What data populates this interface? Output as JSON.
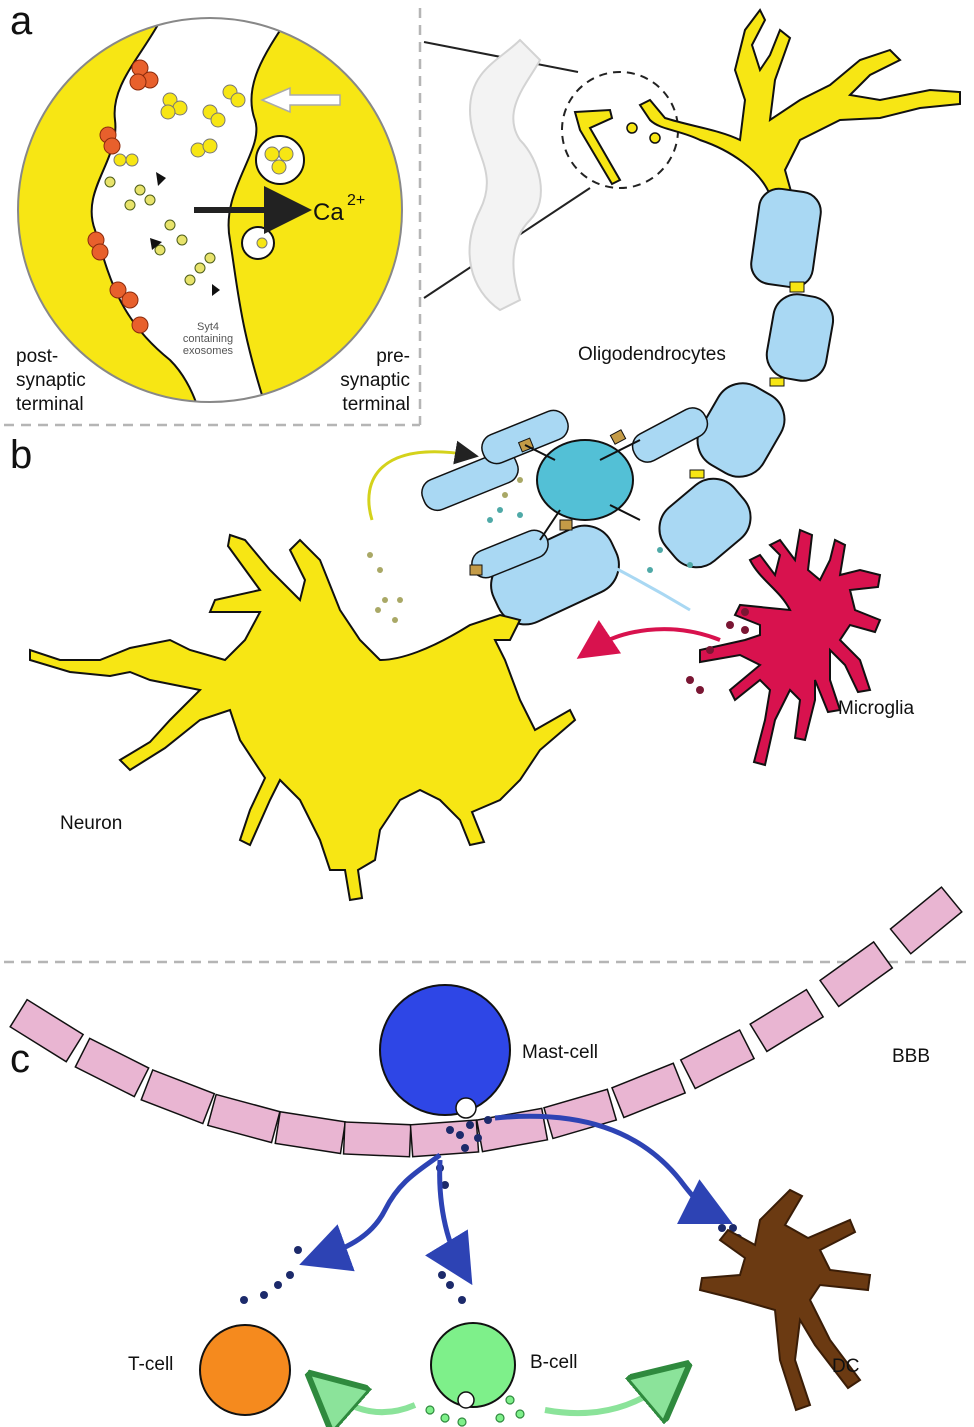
{
  "panels": {
    "a": "a",
    "b": "b",
    "c": "c"
  },
  "panel_a": {
    "post_1": "post-",
    "post_2": "synaptic",
    "post_3": "terminal",
    "pre_1": "pre-",
    "pre_2": "synaptic",
    "pre_3": "terminal",
    "ion": "Ca",
    "ion_sup": "2+",
    "exo_1": "Syt4",
    "exo_2": "containing",
    "exo_3": "exosomes"
  },
  "panel_b": {
    "oligo": "Oligodendrocytes",
    "microglia": "Microglia",
    "neuron": "Neuron"
  },
  "panel_c": {
    "mast": "Mast-cell",
    "bbb": "BBB",
    "tcell": "T-cell",
    "bcell": "B-cell",
    "dc": "DC"
  },
  "colors": {
    "neuron": "#f7e614",
    "myelin": "#a9d8f3",
    "microglia": "#d8124e",
    "synapse_dot": "#e8602c",
    "mast": "#2e46e6",
    "tcell": "#f58a1e",
    "bcell": "#7ef08a",
    "dc": "#6b3a12",
    "bbb": "#e9b5d2",
    "arrow": "#2d43b4"
  }
}
